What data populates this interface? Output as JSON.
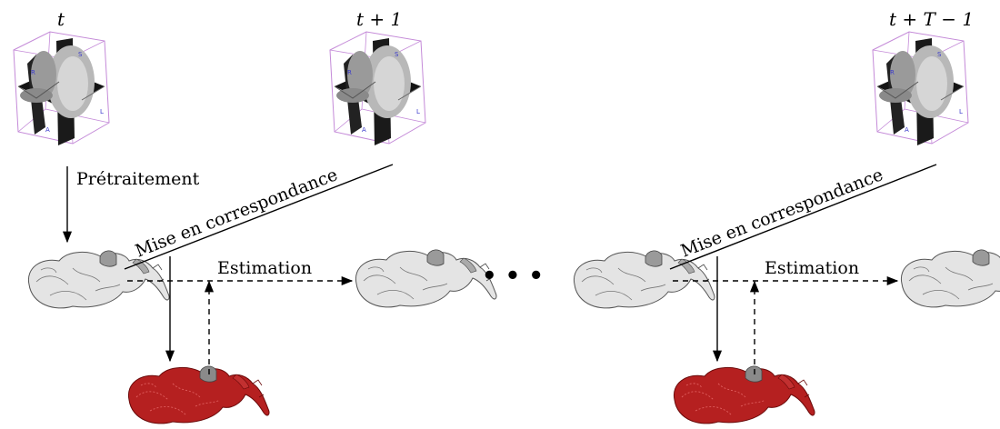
{
  "time_labels": {
    "t0": "t",
    "t1": "t + 1",
    "tT": "t + T − 1"
  },
  "volume_axis_letters": {
    "r": "R",
    "s": "S",
    "l": "L",
    "a": "A"
  },
  "labels": {
    "preprocessing": "Prétraitement",
    "matching": "Mise en correspondance",
    "estimation": "Estimation",
    "ellipsis": "• • •"
  },
  "colors": {
    "mesh_gray": "#dcdcdc",
    "mesh_red": "#a01818",
    "volume_box": "#c48ad8",
    "volume_axis_text": "#3a3acc"
  }
}
